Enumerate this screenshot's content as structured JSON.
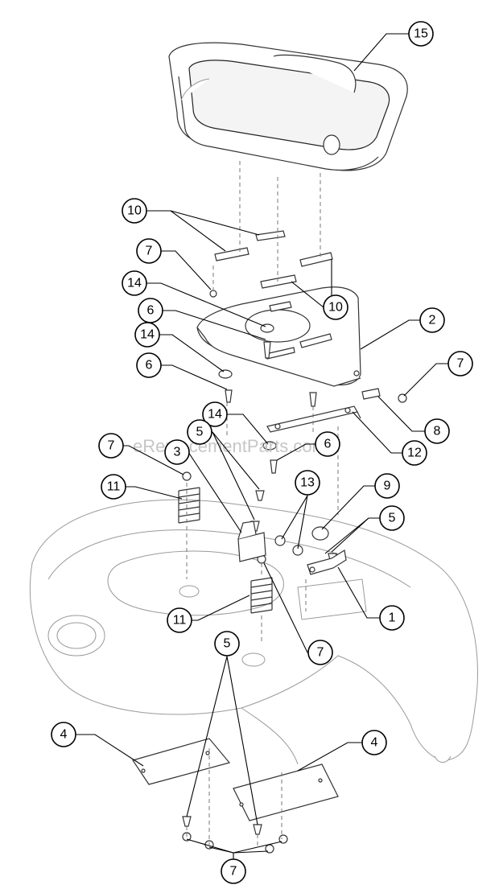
{
  "watermark": "eReplacementParts.com",
  "callouts": [
    {
      "id": "c15a",
      "label": "15"
    },
    {
      "id": "c10a",
      "label": "10"
    },
    {
      "id": "c7a",
      "label": "7"
    },
    {
      "id": "c10b",
      "label": "10"
    },
    {
      "id": "c14a",
      "label": "14"
    },
    {
      "id": "c6a",
      "label": "6"
    },
    {
      "id": "c2",
      "label": "2"
    },
    {
      "id": "c14b",
      "label": "14"
    },
    {
      "id": "c6b",
      "label": "6"
    },
    {
      "id": "c7b",
      "label": "7"
    },
    {
      "id": "c8",
      "label": "8"
    },
    {
      "id": "c14c",
      "label": "14"
    },
    {
      "id": "c6c",
      "label": "6"
    },
    {
      "id": "c12",
      "label": "12"
    },
    {
      "id": "c5a",
      "label": "5"
    },
    {
      "id": "c3",
      "label": "3"
    },
    {
      "id": "c7c",
      "label": "7"
    },
    {
      "id": "c13",
      "label": "13"
    },
    {
      "id": "c9",
      "label": "9"
    },
    {
      "id": "c11a",
      "label": "11"
    },
    {
      "id": "c5b",
      "label": "5"
    },
    {
      "id": "c1",
      "label": "1"
    },
    {
      "id": "c11b",
      "label": "11"
    },
    {
      "id": "c7d",
      "label": "7"
    },
    {
      "id": "c5c",
      "label": "5"
    },
    {
      "id": "c4a",
      "label": "4"
    },
    {
      "id": "c4b",
      "label": "4"
    },
    {
      "id": "c7e",
      "label": "7"
    }
  ]
}
